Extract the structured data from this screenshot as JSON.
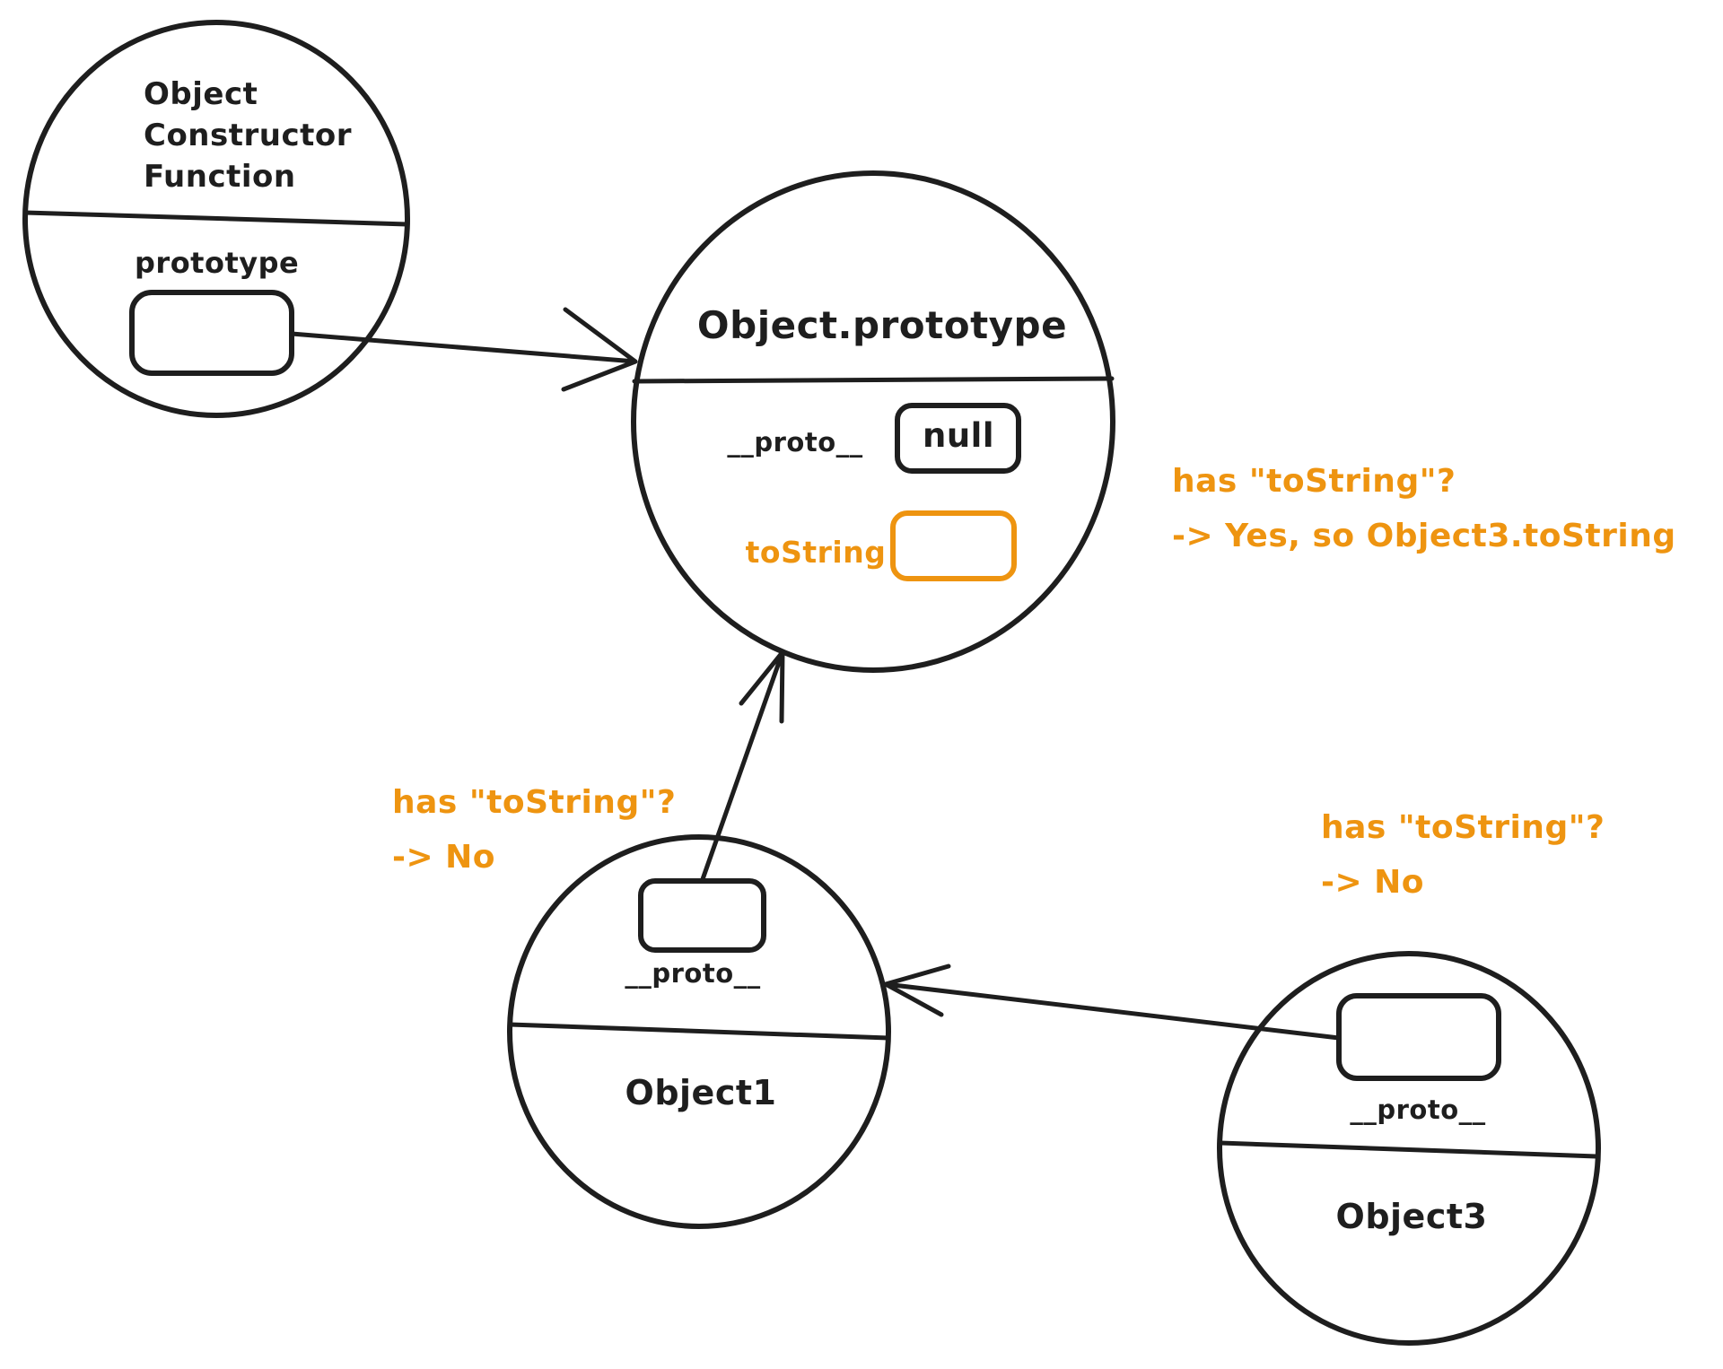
{
  "colors": {
    "ink": "#1e1e1e",
    "accent_orange": "#ee9410",
    "background": "#ffffff"
  },
  "nodes": {
    "constructor_fn": {
      "title_lines": [
        "Object",
        "Constructor",
        "Function"
      ],
      "slot_label": "prototype"
    },
    "object_prototype": {
      "title": "Object.prototype",
      "proto_label": "__proto__",
      "proto_value": "null",
      "tostring_label": "toString"
    },
    "object1": {
      "proto_label": "__proto__",
      "title": "Object1"
    },
    "object3": {
      "proto_label": "__proto__",
      "title": "Object3"
    }
  },
  "annotations": {
    "prototype_check": {
      "line1": "has \"toString\"?",
      "line2": "-> Yes, so Object3.toString"
    },
    "object1_check": {
      "line1": "has \"toString\"?",
      "line2": "-> No"
    },
    "object3_check": {
      "line1": "has \"toString\"?",
      "line2": "-> No"
    }
  }
}
